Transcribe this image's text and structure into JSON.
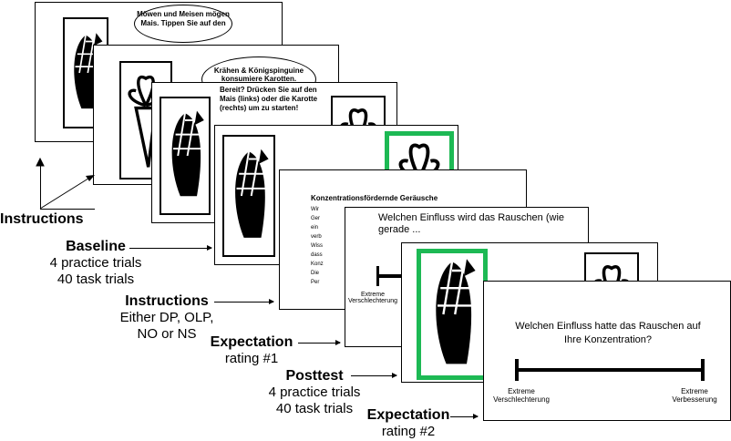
{
  "slides": {
    "s1_bubble": "Möwen und Meisen mögen Mais. Tippen Sie auf den",
    "s2_bubble": "Krähen & Königspinguine konsumiere Karotten.",
    "s3_text": "Bereit? Drücken Sie auf den Mais (links) oder die Karotte (rechts) um zu starten!",
    "s5_title": "Konzentrationsfördernde Geräusche",
    "s5_body": [
      "Wir",
      "Ger",
      "ein",
      "verb",
      "Wiss",
      "dass",
      "Konz",
      "Die",
      "Per"
    ],
    "s6_question": "Welchen Einfluss wird das Rauschen (wie gerade ...",
    "s6_left": "Extreme Verschlechterung",
    "s8_question": "Welchen Einfluss hatte das Rauschen auf Ihre Konzentration?",
    "s8_left": "Extreme Verschlechterung",
    "s8_right": "Extreme Verbesserung"
  },
  "labels": {
    "instructions1": "Instructions",
    "baseline_title": "Baseline",
    "baseline_l1": "4 practice trials",
    "baseline_l2": "40 task trials",
    "instructions2_title": "Instructions",
    "instructions2_l1": "Either DP, OLP,",
    "instructions2_l2": "NO or NS",
    "expectation1_title": "Expectation",
    "expectation1_l1": "rating #1",
    "posttest_title": "Posttest",
    "posttest_l1": "4 practice trials",
    "posttest_l2": "40 task trials",
    "expectation2_title": "Expectation",
    "expectation2_l1": "rating #2"
  },
  "colors": {
    "highlight": "#1db954"
  }
}
